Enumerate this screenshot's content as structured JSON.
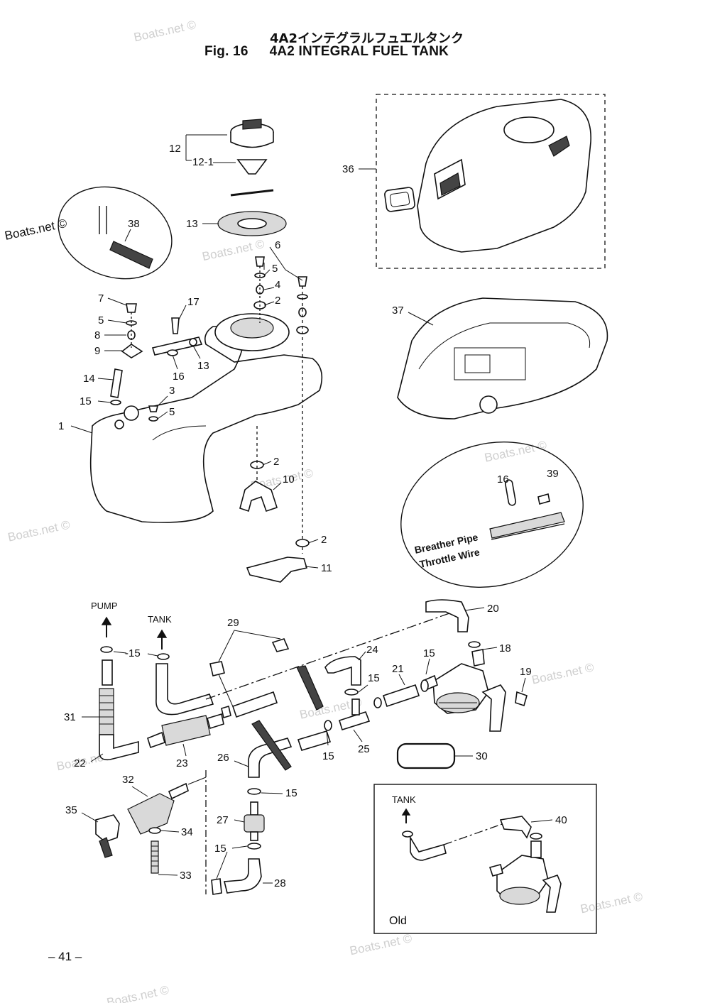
{
  "header": {
    "title_jp": "4A2インテグラルフュエルタンク",
    "fig_label": "Fig. 16",
    "fig_title": "4A2 INTEGRAL FUEL TANK"
  },
  "watermark": "Boats.net ©",
  "callouts": {
    "c1": "1",
    "c2a": "2",
    "c2b": "2",
    "c2c": "2",
    "c3": "3",
    "c4": "4",
    "c5a": "5",
    "c5b": "5",
    "c5c": "5",
    "c6": "6",
    "c7": "7",
    "c8": "8",
    "c9": "9",
    "c10": "10",
    "c11": "11",
    "c12": "12",
    "c12_1": "12-1",
    "c13a": "13",
    "c13b": "13",
    "c14": "14",
    "c15a": "15",
    "c15b": "-15",
    "c15c": "15",
    "c15d": "15",
    "c15e": "15",
    "c15f": "15",
    "c15g": "15",
    "c16a": "16",
    "c16b": "16",
    "c17": "17",
    "c18": "18",
    "c19": "19",
    "c20": "20",
    "c21": "21",
    "c22": "22",
    "c23": "23",
    "c24": "24",
    "c25": "25",
    "c26": "26",
    "c27": "27",
    "c28": "28",
    "c29": "29",
    "c30": "30",
    "c31": "31",
    "c32": "32",
    "c33": "33",
    "c34": "34",
    "c35": "35",
    "c36": "36",
    "c37": "37",
    "c38": "38",
    "c39": "39",
    "c40": "40"
  },
  "flow_labels": {
    "pump": "PUMP",
    "tank": "TANK",
    "tank_old": "TANK"
  },
  "inset_labels": {
    "breather_pipe": "Breather Pipe",
    "throttle_wire": "Throttle Wire",
    "old": "Old"
  },
  "footer": {
    "page_number": "– 41 –"
  }
}
